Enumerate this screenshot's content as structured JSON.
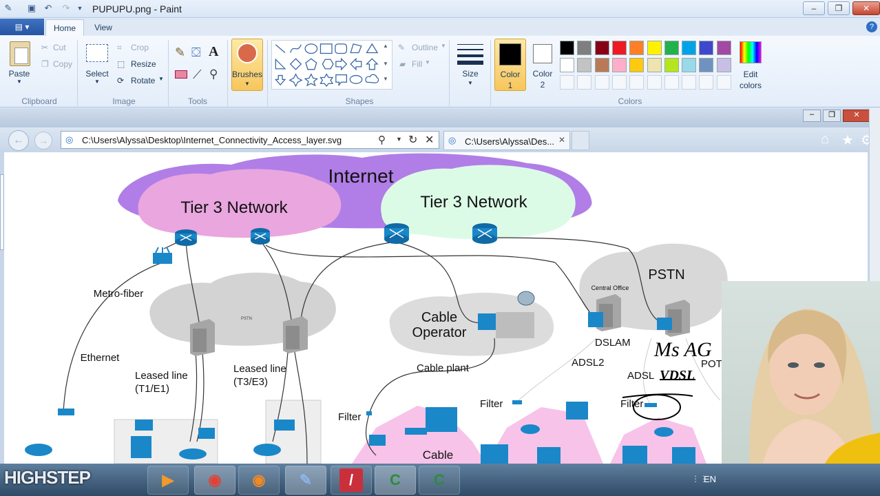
{
  "window": {
    "title": "PUPUPU.png - Paint",
    "controls": {
      "minimize": "–",
      "maximize": "❐",
      "close": "✕"
    }
  },
  "ribbon_tabs": {
    "home": "Home",
    "view": "View"
  },
  "clipboard": {
    "paste": "Paste",
    "cut": "Cut",
    "copy": "Copy",
    "group": "Clipboard"
  },
  "image": {
    "select": "Select",
    "crop": "Crop",
    "resize": "Resize",
    "rotate": "Rotate",
    "group": "Image"
  },
  "tools": {
    "group": "Tools",
    "brushes": "Brushes"
  },
  "shapes": {
    "outline": "Outline",
    "fill": "Fill",
    "group": "Shapes"
  },
  "size": {
    "label": "Size"
  },
  "colors": {
    "color1": "Color",
    "color1_num": "1",
    "color2": "Color",
    "color2_num": "2",
    "edit": "Edit",
    "edit2": "colors",
    "group": "Colors",
    "palette_row1": [
      "#000000",
      "#7f7f7f",
      "#880015",
      "#ed1c24",
      "#ff7f27",
      "#fff200",
      "#22b14c",
      "#00a2e8",
      "#3f48cc",
      "#a349a4"
    ],
    "palette_row2": [
      "#ffffff",
      "#c3c3c3",
      "#b97a57",
      "#ffaec9",
      "#ffc90e",
      "#efe4b0",
      "#b5e61d",
      "#99d9ea",
      "#7092be",
      "#c8bfe7"
    ]
  },
  "browser": {
    "address": "C:\\Users\\Alyssa\\Desktop\\Internet_Connectivity_Access_layer.svg",
    "tab_title": "C:\\Users\\Alyssa\\Des..."
  },
  "diagram": {
    "internet": "Internet",
    "tier3_left": "Tier 3 Network",
    "tier3_right": "Tier 3 Network",
    "pstn": "PSTN",
    "central_office": "Central Office",
    "pstn_small": "PSTN",
    "metro_fiber": "Metro-fiber",
    "ethernet": "Ethernet",
    "leased_line_1": "Leased line",
    "leased_line_1b": "(T1/E1)",
    "leased_line_2": "Leased line",
    "leased_line_2b": "(T3/E3)",
    "cable_operator_1": "Cable",
    "cable_operator_2": "Operator",
    "cable_plant": "Cable plant",
    "filter_1": "Filter",
    "filter_2": "Filter",
    "filter_3": "Filter",
    "dslam": "DSLAM",
    "adsl2": "ADSL2",
    "adsl": "ADSL",
    "pots": "POT",
    "cable_bottom": "Cable",
    "handwriting_1": "Ms AG",
    "handwriting_2": "VDSL"
  },
  "taskbar": {
    "language": "EN",
    "logo": "HIGHSTEP"
  }
}
